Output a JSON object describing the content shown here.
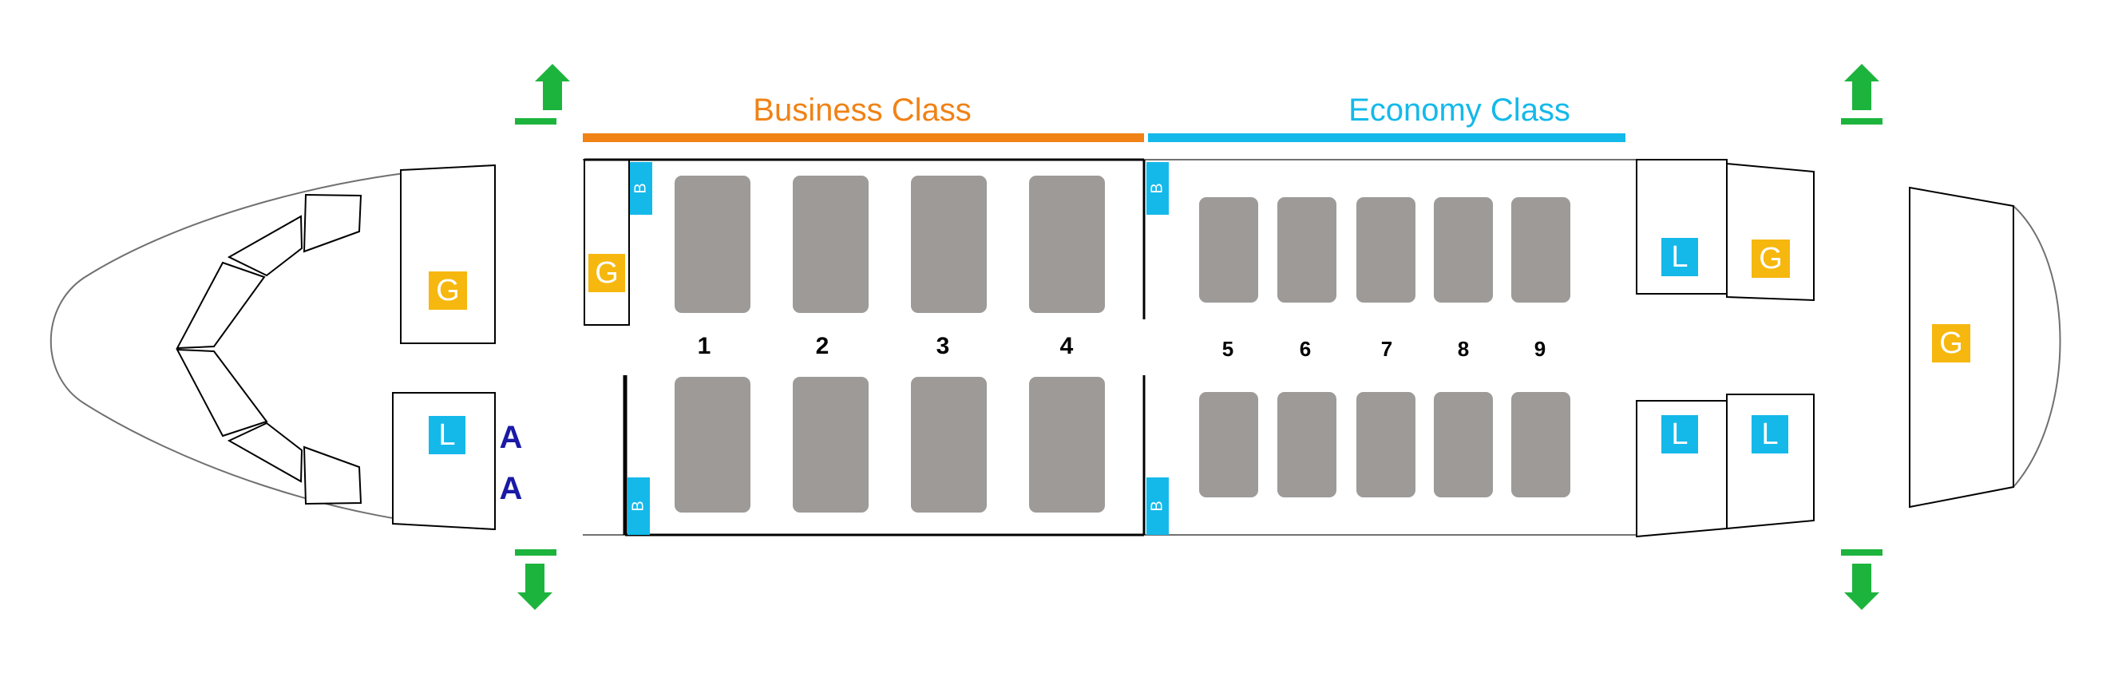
{
  "colors": {
    "business": "#f08216",
    "economy": "#14b9ea",
    "galley": "#f6b70f",
    "lav": "#14b9ea",
    "seat": "#9d9a98",
    "exit": "#1db43d",
    "attendant": "#1a1aa6",
    "outline": "#000000",
    "fuselage": "#707070"
  },
  "sections": {
    "business": {
      "label": "Business Class"
    },
    "economy": {
      "label": "Economy Class"
    }
  },
  "icons": {
    "galley": {
      "letter": "G"
    },
    "lavatory": {
      "letter": "L"
    },
    "bassinet": {
      "letter": "B"
    },
    "attendant": {
      "letter": "A"
    },
    "exit": {
      "name": "exit-arrow-icon"
    }
  },
  "rows": [
    "1",
    "2",
    "3",
    "4",
    "5",
    "6",
    "7",
    "8",
    "9"
  ]
}
